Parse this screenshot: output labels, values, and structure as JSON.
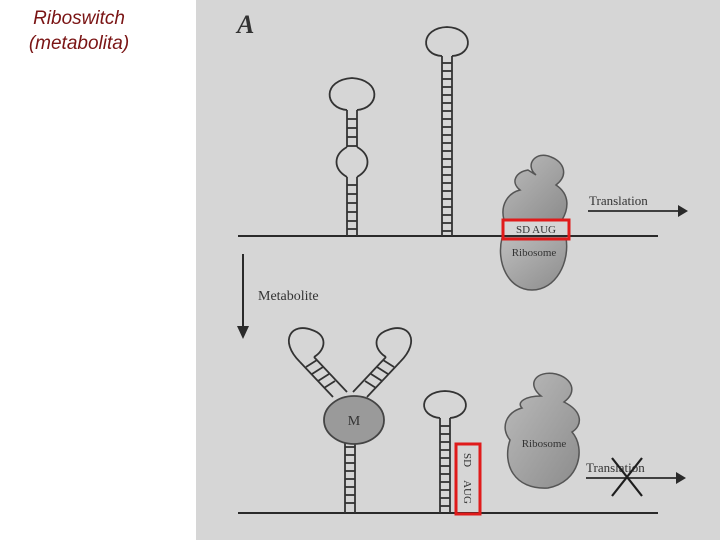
{
  "slide": {
    "title_line1": "Riboswitch",
    "title_line2": "(metabolita)"
  },
  "figure": {
    "panel_label": "A",
    "top": {
      "sd_aug": "SD AUG",
      "ribosome": "Ribosome",
      "translation": "Translation"
    },
    "arrow_label": "Metabolite",
    "bottom": {
      "metabolite_m": "M",
      "sd": "SD",
      "aug": "AUG",
      "ribosome": "Ribosome",
      "translation": "Translation"
    },
    "colors": {
      "background": "#d6d6d6",
      "ribosome_fill": "#a3a3a3",
      "metabolite_fill": "#9a9a9a",
      "highlight_box": "#e01b1b",
      "title_text": "#7a1414"
    }
  }
}
